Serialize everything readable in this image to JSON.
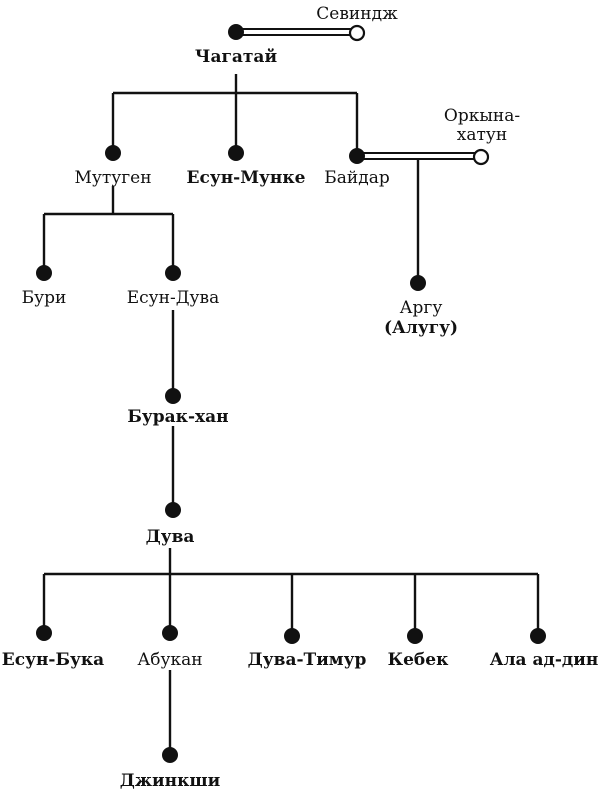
{
  "genealogy": {
    "chagatai": "Чагатай",
    "sevindzh": "Севиндж",
    "mutugen": "Мутуген",
    "yesun_munke": "Есун-Мунке",
    "baidar": "Байдар",
    "orkyna_line1": "Оркына-",
    "orkyna_line2": "хатун",
    "buri": "Бури",
    "yesun_duva": "Есун-Дува",
    "argu_line1": "Аргу",
    "argu_line2": "(Алугу)",
    "burak_khan": "Бурак-хан",
    "duva": "Дува",
    "yesun_buka": "Есун-Бука",
    "abukan": "Абукан",
    "duva_timur": "Дува-Тимур",
    "kebek": "Кебек",
    "ala_ad_din": "Ала ад-дин",
    "dzhinkshi": "Джинкши"
  }
}
